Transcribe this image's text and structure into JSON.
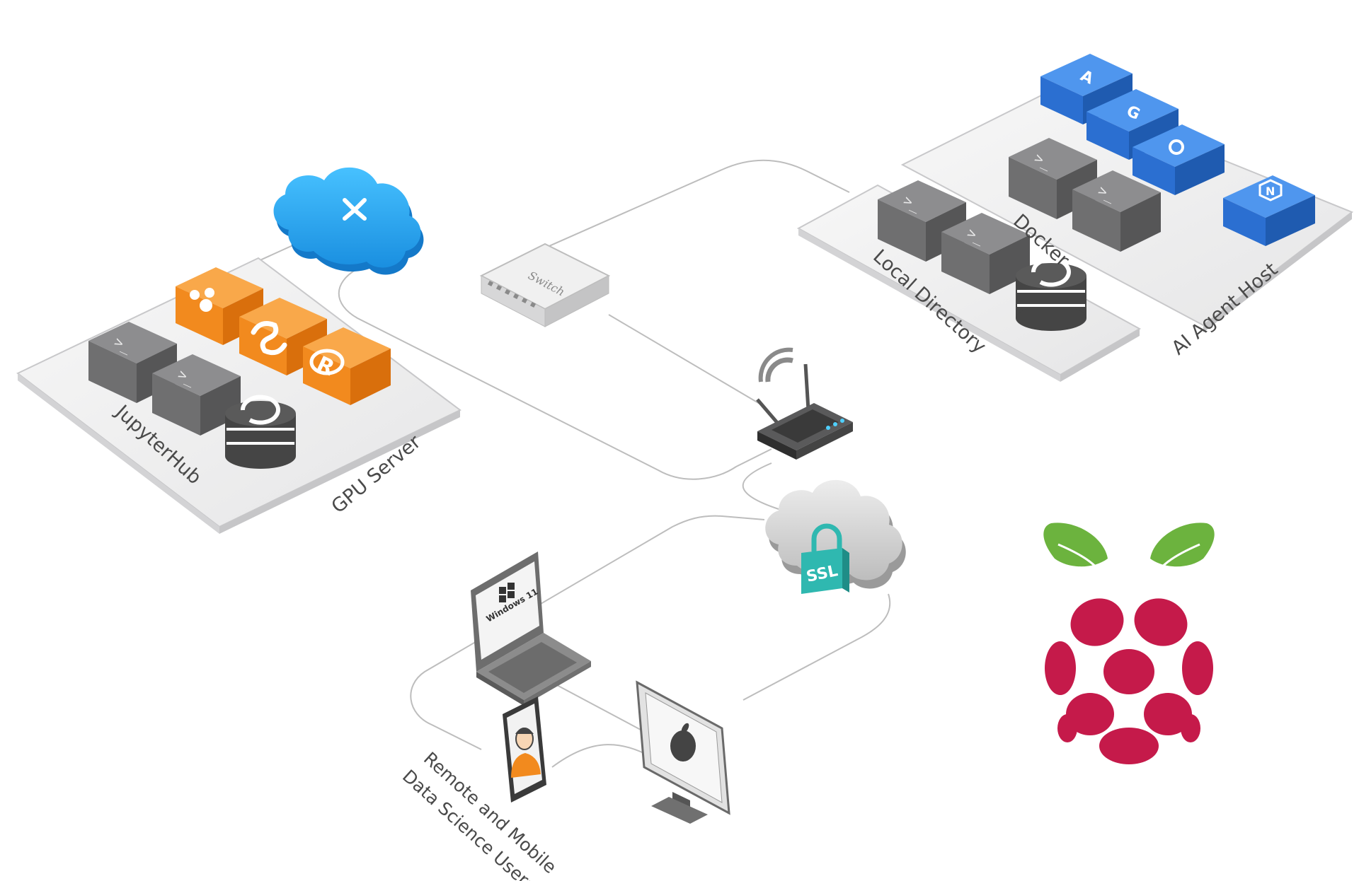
{
  "labels": {
    "gpu_server": "GPU Server",
    "jupyterhub": "JupyterHub",
    "switch": "Switch",
    "local_directory": "Local Directory",
    "docker": "Docker",
    "ai_agent_host": "AI Agent Host",
    "windows": "Windows 11",
    "ssl": "SSL",
    "users_line1": "Remote and Mobile",
    "users_line2": "Data Science Users"
  },
  "colors": {
    "platform": "#e9e9ea",
    "platform_edge": "#c9c9cb",
    "server_box": "#6f6f70",
    "orange": "#f28a1e",
    "blue_container": "#2b6fd1",
    "cloud_blue": "#2aa7ef",
    "ssl_teal": "#2fb8b0",
    "raspberry": "#c51a4a",
    "leaf": "#6cb33e",
    "line": "#b8b8b8"
  },
  "icons": [
    "cloud-vpn-icon",
    "switch-icon",
    "wifi-router-icon",
    "ssl-cloud-icon",
    "laptop-icon",
    "phone-user-icon",
    "imac-icon",
    "raspberry-pi-logo",
    "database-sync-icon",
    "python-icon",
    "r-icon",
    "anaconda-icon"
  ]
}
